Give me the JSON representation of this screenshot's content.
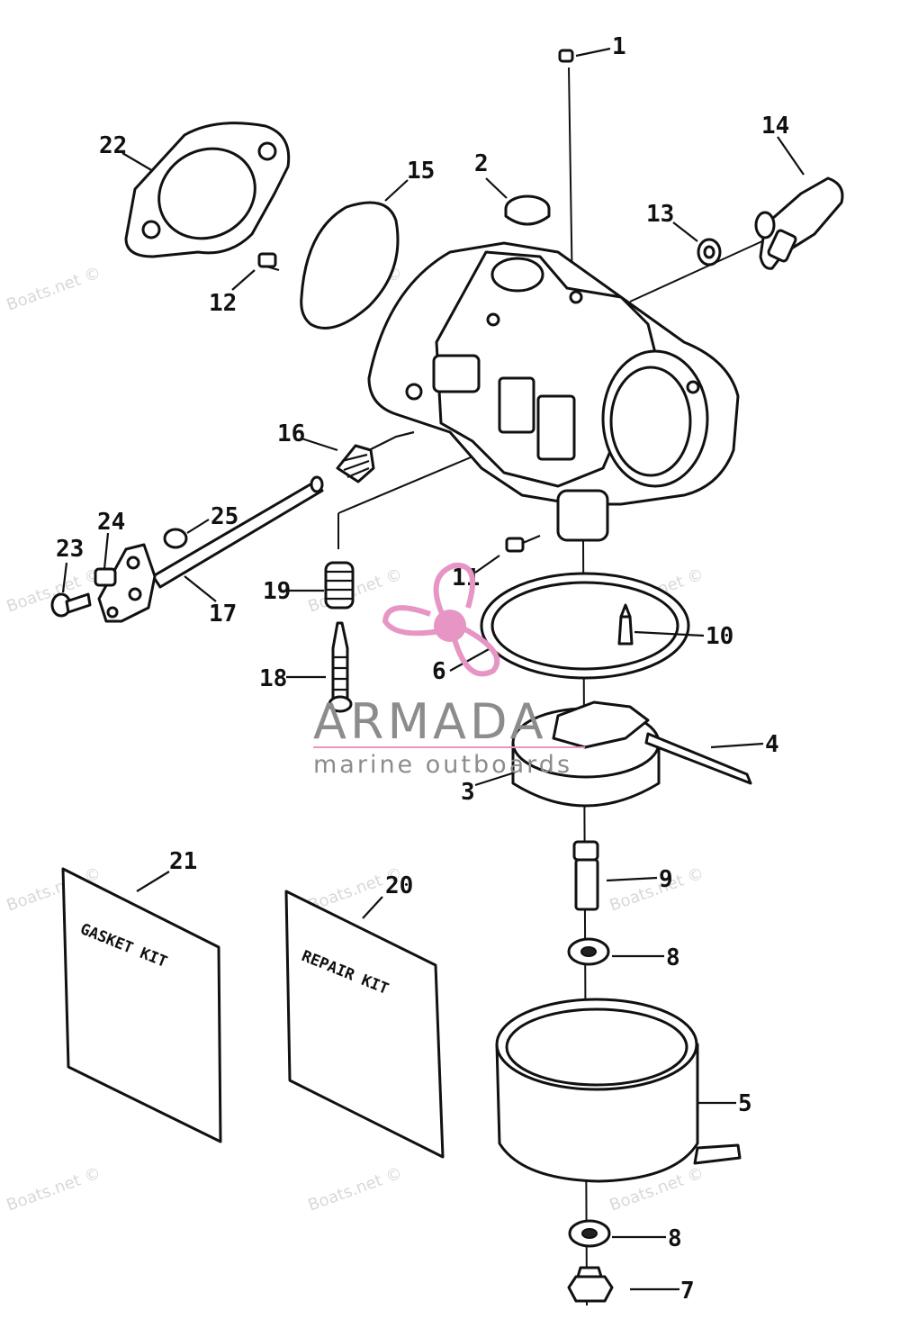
{
  "diagram": {
    "callouts": [
      "1",
      "2",
      "3",
      "4",
      "5",
      "6",
      "7",
      "8",
      "8",
      "9",
      "10",
      "11",
      "12",
      "13",
      "14",
      "15",
      "16",
      "17",
      "18",
      "19",
      "20",
      "21",
      "22",
      "23",
      "24",
      "25"
    ],
    "kits": {
      "gasket_kit_label": "GASKET KIT",
      "repair_kit_label": "REPAIR KIT"
    },
    "watermark": "Boats.net ©",
    "brand": {
      "name": "ARMADA",
      "tagline": "marine outboards",
      "accent_color": "#e695c4"
    }
  }
}
